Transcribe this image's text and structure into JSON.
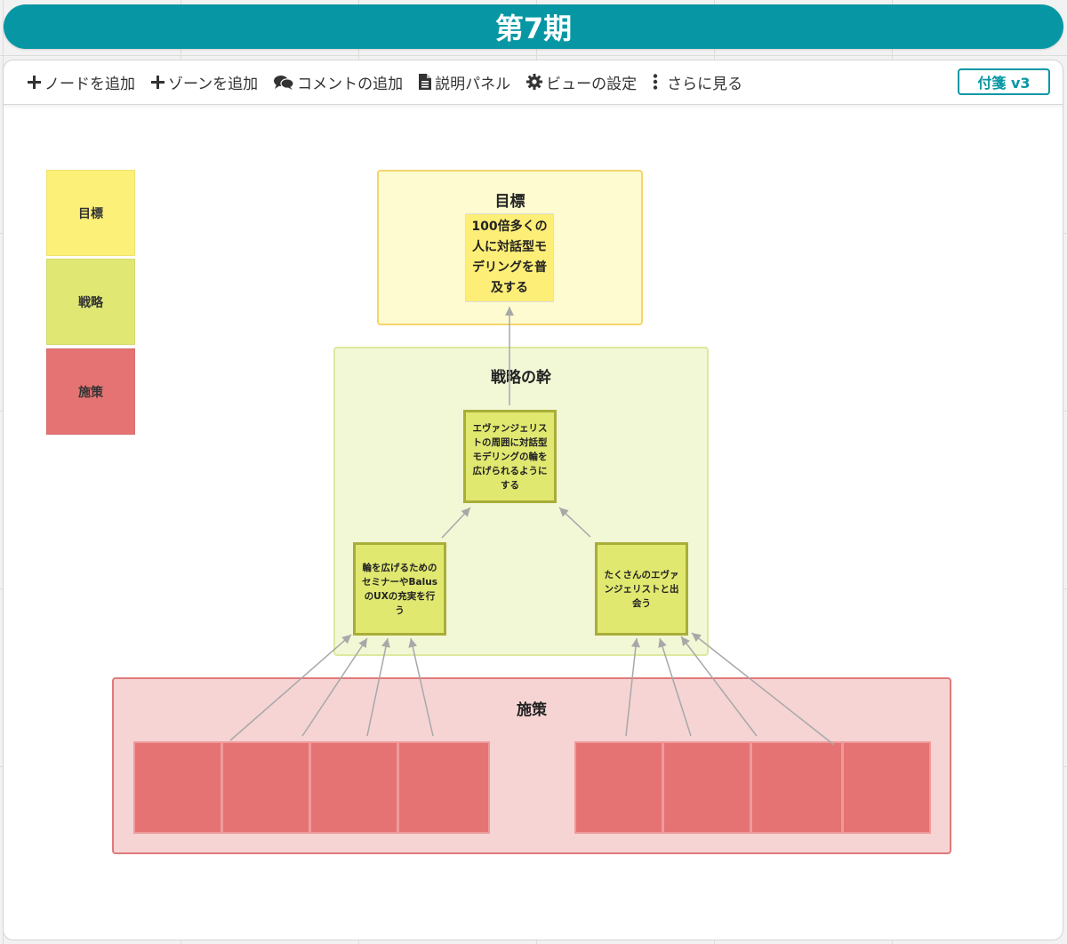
{
  "header": {
    "title": "第7期"
  },
  "toolbar": {
    "items": [
      {
        "label": "ノードを追加",
        "icon": "plus-icon"
      },
      {
        "label": "ゾーンを追加",
        "icon": "plus-icon"
      },
      {
        "label": "コメントの追加",
        "icon": "comments-icon"
      },
      {
        "label": "説明パネル",
        "icon": "document-icon"
      },
      {
        "label": "ビューの設定",
        "icon": "gear-icon"
      },
      {
        "label": "さらに見る",
        "icon": "more-vertical-icon"
      }
    ],
    "version_badge": "付箋 v3"
  },
  "legend": [
    {
      "label": "目標",
      "color": "#fdf079"
    },
    {
      "label": "戦略",
      "color": "#e0e873"
    },
    {
      "label": "施策",
      "color": "#e57373"
    }
  ],
  "zones": {
    "goal": {
      "title": "目標",
      "bg": "#fefbd0",
      "border": "#f5d56a"
    },
    "strategy": {
      "title": "戦略の幹",
      "bg": "#f2f7d6",
      "border": "#dfe89f"
    },
    "action": {
      "title": "施策",
      "bg": "#f6d4d4",
      "border": "#df7a7a"
    }
  },
  "nodes": {
    "goal": "100倍多くの人に対話型モデリングを普及する",
    "strategy_top": "エヴァンジェリストの周囲に対話型モデリングの輪を広げられるようにする",
    "strategy_left": "輪を広げるためのセミナーやBalusのUXの充実を行う",
    "strategy_right": "たくさんのエヴァンジェリストと出会う"
  },
  "colors": {
    "accent": "#0797a4",
    "arrow": "#a8a8a8"
  }
}
